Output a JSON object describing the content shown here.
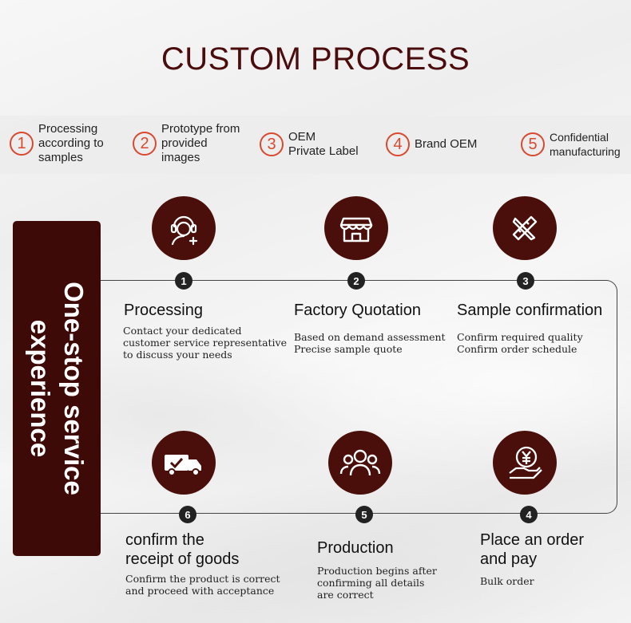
{
  "title": "CUSTOM PROCESS",
  "options": [
    {
      "num": "1",
      "text": "Processing\naccording to\nsamples"
    },
    {
      "num": "2",
      "text": "Prototype from\nprovided\nimages"
    },
    {
      "num": "3",
      "text": "OEM\nPrivate Label"
    },
    {
      "num": "4",
      "text": "Brand OEM"
    },
    {
      "num": "5",
      "text": "Confidential\nmanufacturing"
    }
  ],
  "side_label": {
    "line1": "One-stop service",
    "line2": "experience"
  },
  "steps": [
    {
      "num": "1",
      "icon": "customer-service-icon",
      "title": "Processing",
      "desc": "Contact your dedicated\ncustomer service representative\nto discuss your needs"
    },
    {
      "num": "2",
      "icon": "storefront-icon",
      "title": "Factory Quotation",
      "desc": "Based on demand assessment\nPrecise sample quote"
    },
    {
      "num": "3",
      "icon": "ruler-pencil-icon",
      "title": "Sample confirmation",
      "desc": "Confirm required quality\nConfirm order schedule"
    },
    {
      "num": "4",
      "icon": "yen-payment-icon",
      "title": "Place an order\nand pay",
      "desc": "Bulk order"
    },
    {
      "num": "5",
      "icon": "team-icon",
      "title": "Production",
      "desc": "Production begins after\nconfirming all details\nare correct"
    },
    {
      "num": "6",
      "icon": "delivery-truck-icon",
      "title": "confirm the\nreceipt of goods",
      "desc": "Confirm the product is correct\nand proceed with acceptance"
    }
  ],
  "colors": {
    "accent": "#d9482f",
    "brand": "#3d0a07"
  }
}
